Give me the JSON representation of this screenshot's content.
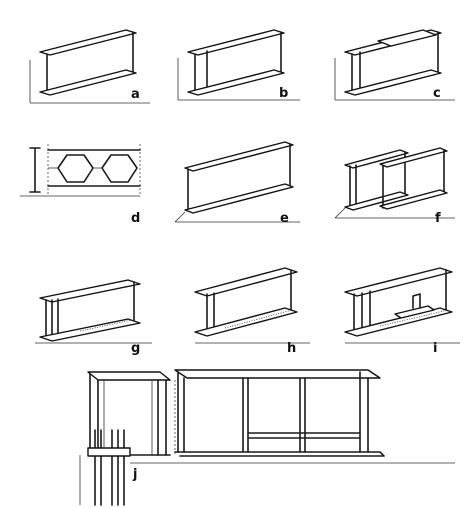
{
  "labels": {
    "a": "a",
    "b": "b",
    "c": "c",
    "d": "d",
    "e": "e",
    "f": "f",
    "g": "g",
    "h": "h",
    "i": "i",
    "j": "j"
  }
}
